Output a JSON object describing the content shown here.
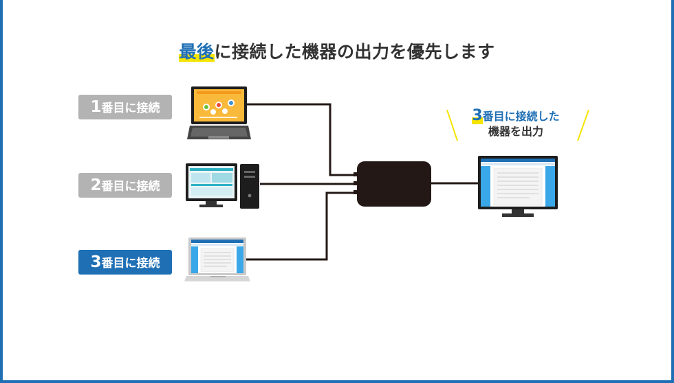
{
  "title": {
    "highlight": "最後",
    "rest": "に接続した機器の出力を優先します"
  },
  "sources": [
    {
      "num": "1",
      "text": "番目に接続",
      "state": "inactive",
      "device": "laptop-icon"
    },
    {
      "num": "2",
      "text": "番目に接続",
      "state": "inactive",
      "device": "desktop-pc-icon"
    },
    {
      "num": "3",
      "text": "番目に接続",
      "state": "active",
      "device": "laptop-icon"
    }
  ],
  "output_label": {
    "num": "3",
    "line1_suffix": "番目に接続した",
    "line2": "機器を出力"
  },
  "colors": {
    "accent": "#1f6fb5",
    "highlight": "#f5e400",
    "inactive": "#b3b3b3",
    "switch_body": "#231815",
    "cable": "#231815"
  }
}
